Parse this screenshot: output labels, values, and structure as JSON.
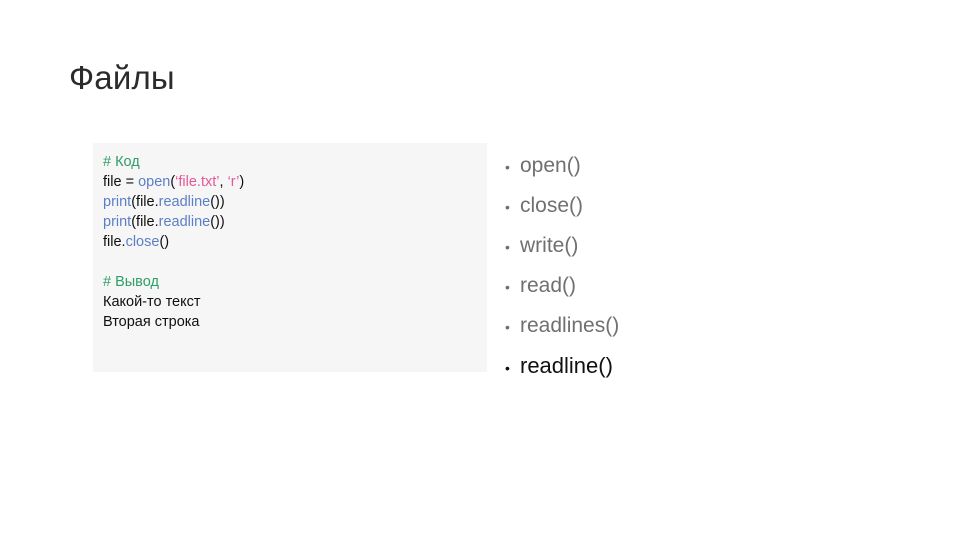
{
  "slide": {
    "title": "Файлы",
    "background_color": "#ffffff"
  },
  "code_block": {
    "background_color": "#f6f6f6",
    "colors": {
      "comment": "#2f9e68",
      "function": "#5b7fc7",
      "string": "#e8559a",
      "plain": "#101010"
    },
    "lines": [
      {
        "id": "code-line-comment-kod",
        "tokens": [
          {
            "text": "# Код",
            "style": "comment"
          }
        ]
      },
      {
        "id": "code-line-open",
        "tokens": [
          {
            "text": "file = ",
            "style": "plain"
          },
          {
            "text": "open",
            "style": "function"
          },
          {
            "text": "(",
            "style": "plain"
          },
          {
            "text": "‘file.txt’",
            "style": "string"
          },
          {
            "text": ", ",
            "style": "plain"
          },
          {
            "text": "‘r’",
            "style": "string"
          },
          {
            "text": ")",
            "style": "plain"
          }
        ]
      },
      {
        "id": "code-line-print-1",
        "tokens": [
          {
            "text": "print",
            "style": "function"
          },
          {
            "text": "(file.",
            "style": "plain"
          },
          {
            "text": "readline",
            "style": "function"
          },
          {
            "text": "())",
            "style": "plain"
          }
        ]
      },
      {
        "id": "code-line-print-2",
        "tokens": [
          {
            "text": "print",
            "style": "function"
          },
          {
            "text": "(file.",
            "style": "plain"
          },
          {
            "text": "readline",
            "style": "function"
          },
          {
            "text": "())",
            "style": "plain"
          }
        ]
      },
      {
        "id": "code-line-close",
        "tokens": [
          {
            "text": "file.",
            "style": "plain"
          },
          {
            "text": "close",
            "style": "function"
          },
          {
            "text": "()",
            "style": "plain"
          }
        ]
      },
      {
        "id": "code-line-blank",
        "tokens": []
      },
      {
        "id": "code-line-comment-vyvod",
        "tokens": [
          {
            "text": "# Вывод",
            "style": "comment"
          }
        ]
      },
      {
        "id": "code-line-output-1",
        "tokens": [
          {
            "text": "Какой-то текст",
            "style": "plain"
          }
        ]
      },
      {
        "id": "code-line-output-2",
        "tokens": [
          {
            "text": "Вторая строка",
            "style": "plain"
          }
        ]
      }
    ]
  },
  "method_list": {
    "bullet_glyph": "•",
    "default_color": "#707070",
    "emphasis_color": "#111111",
    "items": [
      {
        "label": "open()",
        "emphasis": false
      },
      {
        "label": "close()",
        "emphasis": false
      },
      {
        "label": "write()",
        "emphasis": false
      },
      {
        "label": "read()",
        "emphasis": false
      },
      {
        "label": "readlines()",
        "emphasis": false
      },
      {
        "label": "readline()",
        "emphasis": true
      }
    ]
  }
}
